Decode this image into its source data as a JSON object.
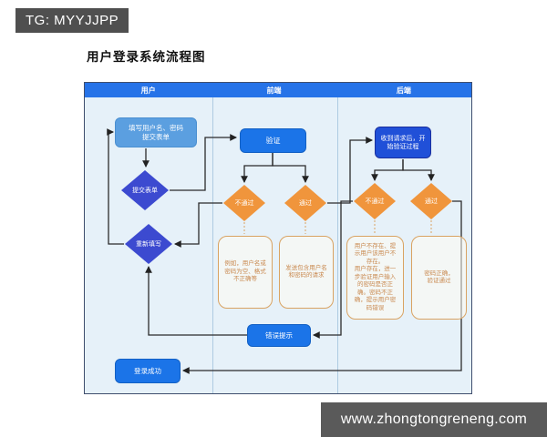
{
  "tg_badge": {
    "text": "TG: MYYJJPP"
  },
  "title": "用户登录系统流程图",
  "watermark": {
    "text": "www.zhongtongreneng.com"
  },
  "flowchart": {
    "lanes": [
      {
        "label": "用户"
      },
      {
        "label": "前端"
      },
      {
        "label": "后端"
      }
    ],
    "nodes": {
      "fill_form": {
        "label": "填写用户名、密码\n提交表单"
      },
      "submit_form": {
        "label": "提交表单"
      },
      "refill": {
        "label": "重新填写"
      },
      "login_success": {
        "label": "登录成功"
      },
      "verify": {
        "label": "验证"
      },
      "fe_fail": {
        "label": "不通过"
      },
      "fe_pass": {
        "label": "通过"
      },
      "error_tip": {
        "label": "错误提示"
      },
      "be_receive": {
        "label": "收到请求后，开\n始验证过程"
      },
      "be_fail": {
        "label": "不通过"
      },
      "be_pass": {
        "label": "通过"
      }
    },
    "notes": {
      "fe_fail_note": {
        "text": "例如，用户名或\n密码为空、格式\n不正确等"
      },
      "fe_pass_note": {
        "text": "发送包含用户名\n和密码的请求"
      },
      "be_fail_note": {
        "text": "用户不存在、提\n示用户该用户不\n存在。\n用户存在，进一\n步验证用户输入\n的密码是否正\n确。密码不正\n确，提示用户密\n码错误"
      },
      "be_pass_note": {
        "text": "密码正确，\n验证通过"
      }
    }
  },
  "colors": {
    "lane_header": "#2673e8",
    "lane_bg": "#e6f1f9",
    "box_blue": "#1b74e8",
    "box_light_blue": "#5b9fe0",
    "box_navy": "#2050d8",
    "diamond_indigo": "#3c4ad0",
    "diamond_orange": "#f0953c",
    "note_border": "#d9a362",
    "note_text": "#c9894f"
  }
}
